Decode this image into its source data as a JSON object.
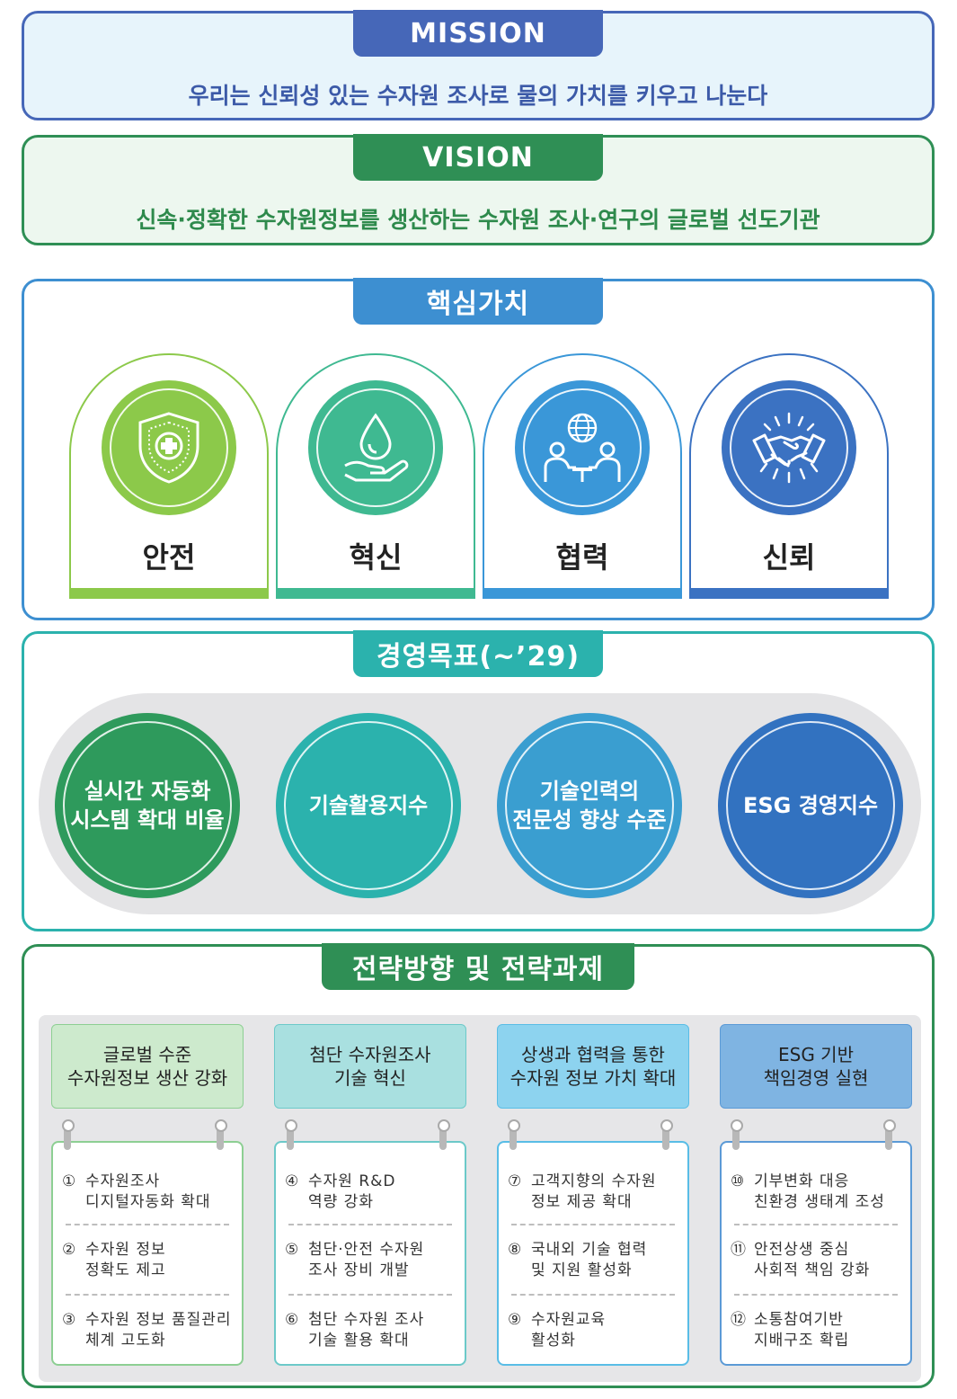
{
  "mission": {
    "label": "MISSION",
    "text": "우리는 신뢰성 있는 수자원 조사로 물의 가치를 키우고 나눈다"
  },
  "vision": {
    "label": "VISION",
    "text": "신속·정확한 수자원정보를 생산하는 수자원 조사·연구의 글로벌 선도기관"
  },
  "core_values": {
    "title": "핵심가치",
    "items": [
      {
        "label": "안전",
        "icon": "shield-cross-icon",
        "color": "#8cc94a"
      },
      {
        "label": "혁신",
        "icon": "hand-water-drop-icon",
        "color": "#3fb991"
      },
      {
        "label": "협력",
        "icon": "globe-people-icon",
        "color": "#3a97d8"
      },
      {
        "label": "신뢰",
        "icon": "handshake-icon",
        "color": "#3b72c2"
      }
    ]
  },
  "goals": {
    "title": "경영목표(~’29)",
    "items": [
      {
        "text": "실시간 자동화\n시스템 확대 비율",
        "color": "#2e9a5c"
      },
      {
        "text": "기술활용지수",
        "color": "#2bb2ad"
      },
      {
        "text": "기술인력의\n전문성 향상 수준",
        "color": "#3a9ed0"
      },
      {
        "text": "ESG 경영지수",
        "color": "#3272c0"
      }
    ]
  },
  "strategy": {
    "title": "전략방향 및 전략과제",
    "directions": [
      {
        "title": "글로벌 수준\n수자원정보 생산 강화",
        "bg": "#cdeacd",
        "border": "#8dcf93",
        "tasks": [
          {
            "num": "①",
            "text": "수자원조사\n디지털자동화 확대"
          },
          {
            "num": "②",
            "text": "수자원 정보\n정확도 제고"
          },
          {
            "num": "③",
            "text": "수자원 정보 품질관리\n체계 고도화"
          }
        ]
      },
      {
        "title": "첨단 수자원조사\n기술 혁신",
        "bg": "#a9e0e0",
        "border": "#6cc9c9",
        "tasks": [
          {
            "num": "④",
            "text": "수자원 R&D\n역량 강화"
          },
          {
            "num": "⑤",
            "text": "첨단·안전 수자원\n조사 장비 개발"
          },
          {
            "num": "⑥",
            "text": "첨단 수자원 조사\n기술 활용 확대"
          }
        ]
      },
      {
        "title": "상생과 협력을 통한\n수자원 정보 가치 확대",
        "bg": "#8dd3ef",
        "border": "#59bde6",
        "tasks": [
          {
            "num": "⑦",
            "text": "고객지향의 수자원\n정보 제공 확대"
          },
          {
            "num": "⑧",
            "text": "국내외 기술 협력\n및 지원 활성화"
          },
          {
            "num": "⑨",
            "text": "수자원교육\n활성화"
          }
        ]
      },
      {
        "title": "ESG 기반\n책임경영 실현",
        "bg": "#7fb4e2",
        "border": "#5b9ad6",
        "tasks": [
          {
            "num": "⑩",
            "text": "기부변화 대응\n친환경 생태계 조성"
          },
          {
            "num": "⑪",
            "text": "안전상생 중심\n사회적 책임 강화"
          },
          {
            "num": "⑫",
            "text": "소통참여기반\n지배구조 확립"
          }
        ]
      }
    ]
  }
}
